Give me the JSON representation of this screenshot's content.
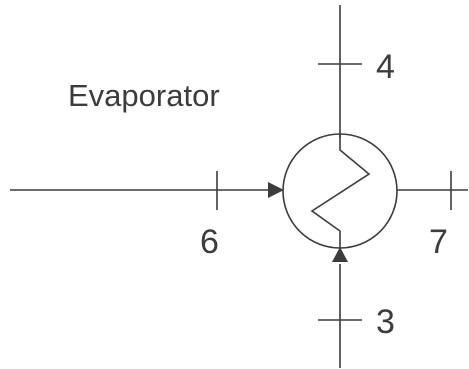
{
  "diagram": {
    "title": "Evaporator",
    "stream_labels": {
      "top": "4",
      "left": "6",
      "right": "7",
      "bottom": "3"
    },
    "colors": {
      "stroke": "#3c3c3c",
      "background": "#ffffff"
    },
    "icon": "heat-exchanger-icon"
  }
}
